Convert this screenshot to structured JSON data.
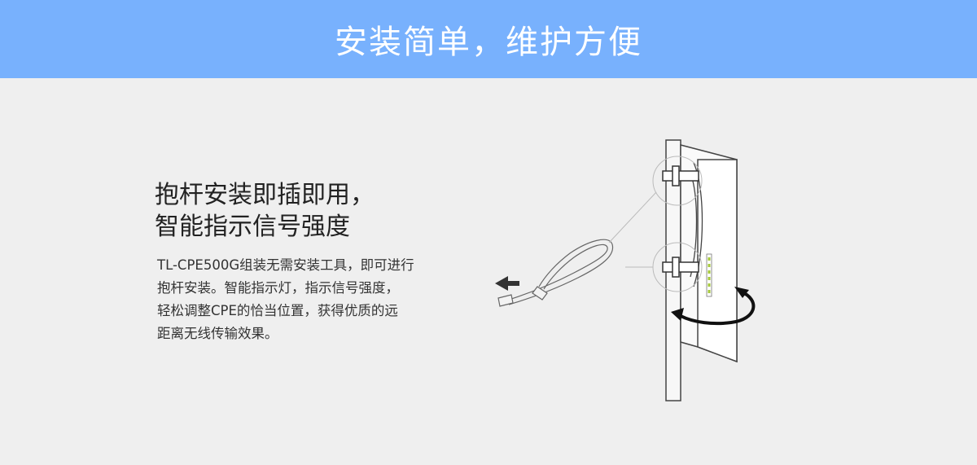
{
  "banner": {
    "title": "安装简单，维护方便"
  },
  "feature": {
    "headline_lines": [
      "抱杆安装即插即用，",
      "智能指示信号强度"
    ],
    "description_lines": [
      "TL-CPE500G组装无需安装工具，即可进行",
      "抱杆安装。智能指示灯，指示信号强度，",
      "轻松调整CPE的恰当位置，获得优质的远",
      "距离无线传输效果。"
    ]
  },
  "colors": {
    "banner_bg": "#78b1fd",
    "page_bg": "#efefef",
    "led_green": "#a6c93a"
  },
  "illustration": {
    "icons": [
      "cable-tie-icon",
      "arrow-left-icon",
      "pole-icon",
      "cpe-device-icon",
      "rotate-arrow-icon"
    ]
  }
}
